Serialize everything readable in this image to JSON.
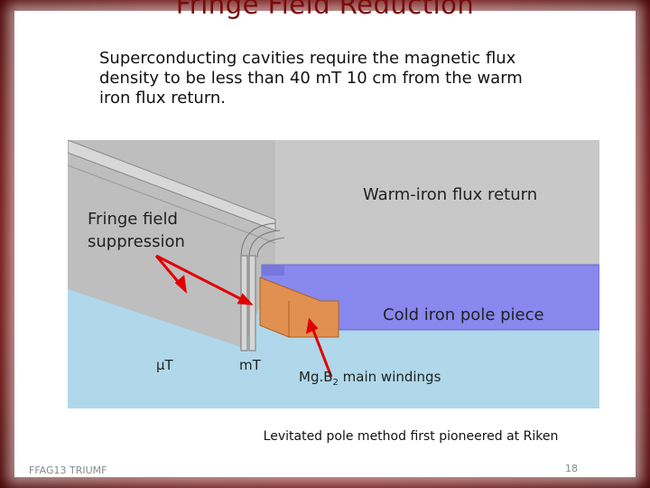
{
  "slide": {
    "title": "Fringe Field Reduction",
    "intro": "Superconducting cavities require the magnetic flux density to be less than 40 mT 10 cm from the warm iron flux return.",
    "labels": {
      "warm_iron": "Warm-iron flux return",
      "fringe_line1": "Fringe field",
      "fringe_line2": "suppression",
      "cold_iron": "Cold iron pole piece",
      "micro_t": "μT",
      "milli_t": "mT",
      "mgb_main": "Mg.B",
      "mgb_sub": "2",
      "mgb_rest": " main windings"
    },
    "caption": "Levitated pole method first pioneered at Riken",
    "footer_left": "FFAG13 TRIUMF",
    "page_number": "18"
  },
  "colors": {
    "frame": "#8a1a1a",
    "title": "#7a0a0a",
    "warm_iron": "#c8c8c8",
    "cold_iron": "#8888ee",
    "windings": "#e09050",
    "field": "#b0d8ea",
    "arrow": "#e00000"
  }
}
